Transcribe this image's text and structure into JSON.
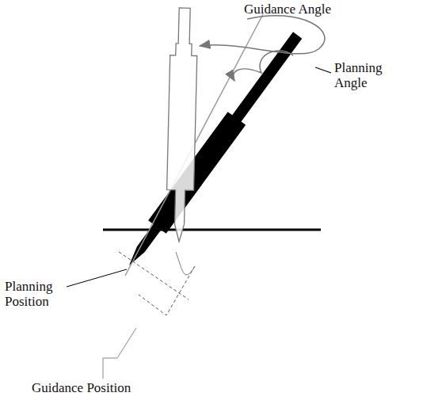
{
  "diagram": {
    "labels": [
      "Guidance Angle",
      "Planning Angle",
      "Planning Position",
      "Guidance Position"
    ]
  }
}
